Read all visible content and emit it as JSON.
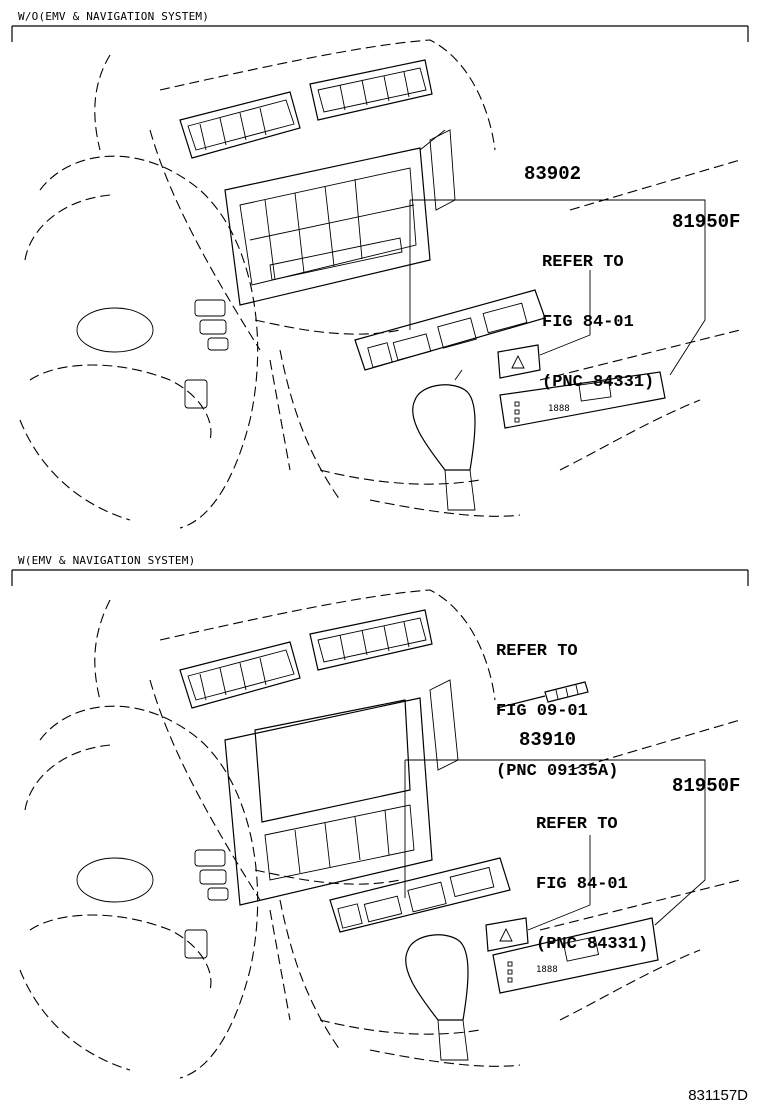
{
  "sections": [
    {
      "title": "W/O(EMV & NAVIGATION SYSTEM)",
      "part_center": "83902",
      "part_right": "81950F",
      "refer": {
        "line1": "REFER TO",
        "line2": "FIG 84-01",
        "line3": "(PNC 84331)"
      }
    },
    {
      "title": "W(EMV & NAVIGATION SYSTEM)",
      "part_center": "83910",
      "part_right": "81950F",
      "refer": {
        "line1": "REFER TO",
        "line2": "FIG 84-01",
        "line3": "(PNC 84331)"
      },
      "refer_tool": {
        "line1": "REFER TO",
        "line2": "FIG 09-01",
        "line3": "(PNC 09135A)"
      }
    }
  ],
  "figure_id": "831157D"
}
